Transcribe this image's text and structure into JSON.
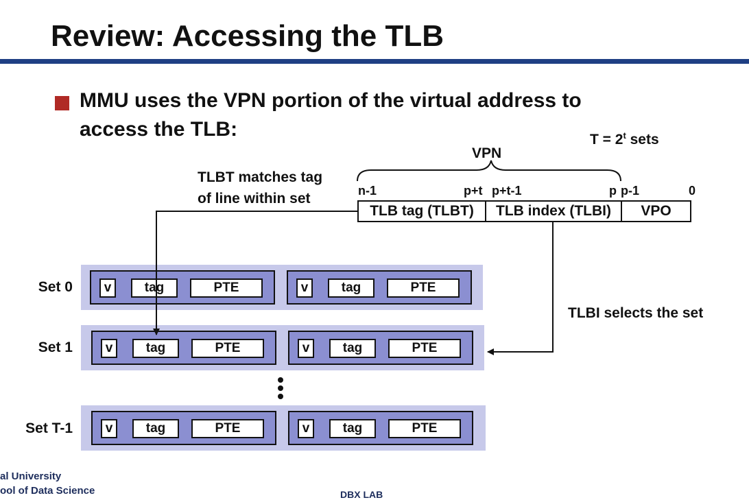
{
  "title": "Review: Accessing the TLB",
  "bullet": {
    "line1": "MMU uses the VPN portion of the virtual address to",
    "line2": "access the TLB:"
  },
  "t_sets": {
    "prefix": "T = 2",
    "sup": "t",
    "suffix": " sets"
  },
  "vpn_label": "VPN",
  "tlbt_note": {
    "line1": "TLBT matches tag",
    "line2": "of line within set"
  },
  "bit_labels": {
    "n_minus_1": "n-1",
    "p_plus_t": "p+t",
    "p_plus_t_minus_1": "p+t-1",
    "p": "p",
    "p_minus_1": "p-1",
    "zero": "0"
  },
  "address_fields": {
    "tlbt": "TLB tag (TLBT)",
    "tlbi": "TLB index (TLBI)",
    "vpo": "VPO"
  },
  "tlbi_note": "TLBI selects the set",
  "sets": [
    {
      "label": "Set 0"
    },
    {
      "label": "Set 1"
    },
    {
      "label": "Set T-1"
    }
  ],
  "line_cells": {
    "v": "v",
    "tag": "tag",
    "pte": "PTE"
  },
  "footer": {
    "university": "al University",
    "school": "ool of Data Science",
    "lab": "DBX LAB"
  }
}
